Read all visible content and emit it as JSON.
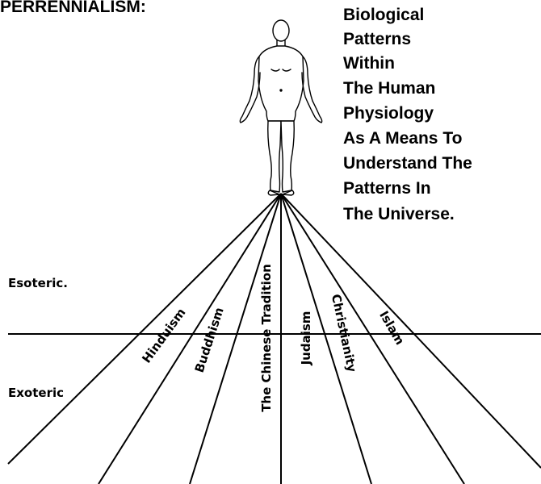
{
  "heading": "PERRENNIALISM:",
  "caption_lines": [
    "Biological",
    "Patterns",
    "Within",
    "The Human",
    "Physiology",
    "As A Means To",
    "Understand The",
    "Patterns In",
    "The Universe."
  ],
  "layers": {
    "esoteric": "Esoteric.",
    "exoteric": "Exoteric"
  },
  "traditions": [
    "Hinduism",
    "Buddhism",
    "The Chinese Tradition",
    "Judaism",
    "Christianity",
    "Islam"
  ],
  "figure_icon": "human-figure",
  "line_color": "#000000"
}
